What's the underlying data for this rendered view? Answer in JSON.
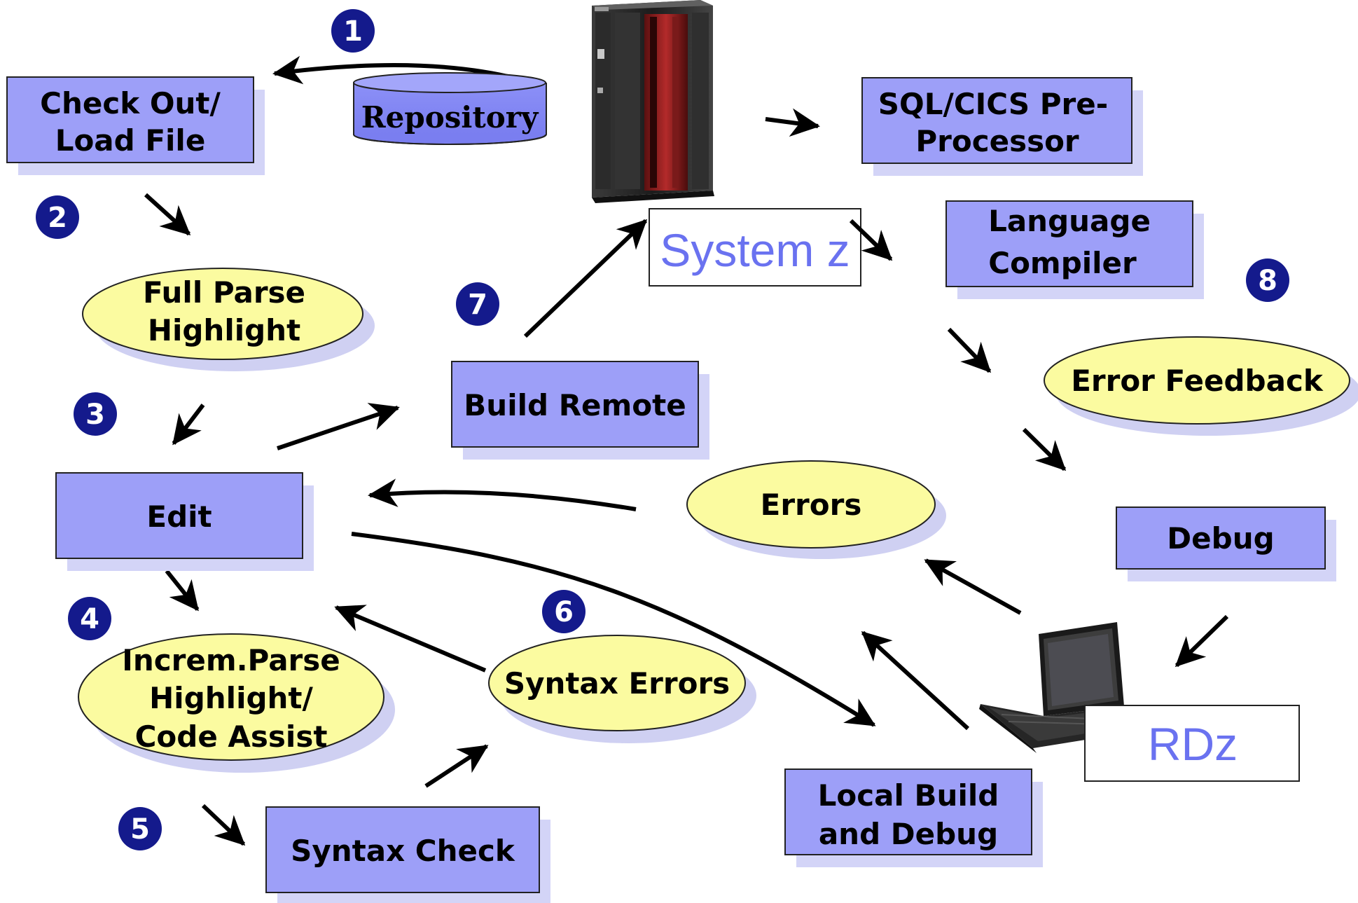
{
  "colors": {
    "box_fill": "#9d9ff8",
    "box_shadow": "#d3d4f7",
    "ellipse_fill": "#fbfba0",
    "ellipse_shadow": "#cfd0f2",
    "badge_fill": "#141a8c",
    "tag_text": "#6a72f0"
  },
  "steps": {
    "checkout": [
      "Check Out/",
      "Load File"
    ],
    "repository": "Repository",
    "fullparse": [
      "Full Parse",
      "Highlight"
    ],
    "edit": "Edit",
    "increm": [
      "Increm.Parse",
      "Highlight/",
      "Code Assist"
    ],
    "syntaxcheck": "Syntax Check",
    "syntaxerrors": "Syntax Errors",
    "buildremote": "Build Remote",
    "errors": "Errors",
    "localbuild": [
      "Local Build",
      "and Debug"
    ],
    "sqlcics": [
      "SQL/CICS Pre-",
      "Processor"
    ],
    "compiler": [
      "Language",
      "Compiler"
    ],
    "errorfeedback": "Error Feedback",
    "debug": "Debug"
  },
  "labels": {
    "systemz": "System z",
    "rdz": "RDz"
  },
  "badges": [
    "1",
    "2",
    "3",
    "4",
    "5",
    "6",
    "7",
    "8"
  ],
  "icons": {
    "mainframe": "mainframe-server-icon",
    "laptop": "laptop-icon"
  }
}
